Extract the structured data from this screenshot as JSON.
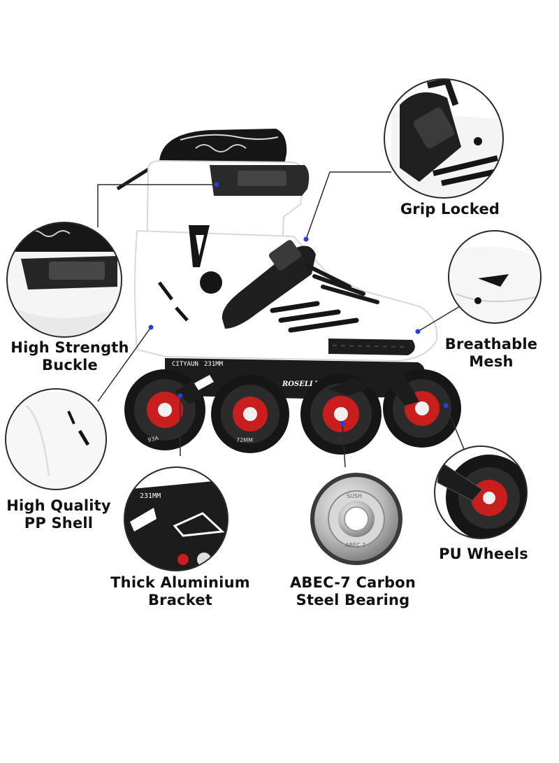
{
  "features": {
    "grip_locked": "Grip Locked",
    "high_strength_buckle": [
      "High Strength",
      "Buckle"
    ],
    "breathable_mesh": [
      "Breathable",
      "Mesh"
    ],
    "pp_shell": [
      "High Quality",
      "PP Shell"
    ],
    "aluminium_bracket": [
      "Thick Aluminium",
      "Bracket"
    ],
    "bearing": [
      "ABEC-7 Carbon",
      "Steel Bearing"
    ],
    "pu_wheels": "PU Wheels"
  },
  "product_print": {
    "frame_brand": "CITYAUN",
    "frame_size": "231MM",
    "frame_model": "ROSELLE",
    "wheel_hardness": "93A",
    "wheel_size": "72MM",
    "bearing_brand": "SUSH",
    "bearing_grade": "ABEC 7"
  },
  "colors": {
    "shell": "#ffffff",
    "frame": "#1c1c1c",
    "wheel_hub": "#c81e1e",
    "leader_dot": "#2b3fd6",
    "text": "#111111"
  }
}
